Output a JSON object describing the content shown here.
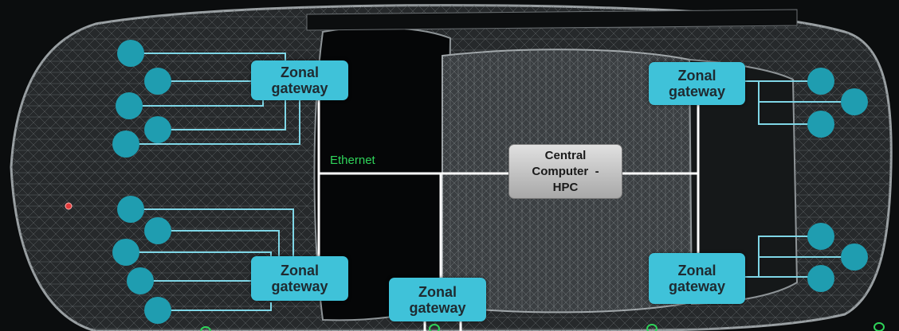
{
  "colors": {
    "gateway": "#3fc2d9",
    "sensor": "#1f9db0",
    "wire": "#ffffff",
    "ethernet_label": "#2fd45a",
    "car_mesh": "#8a8f92",
    "hpc_box": "#c8c8c8"
  },
  "gateways": {
    "front_top": {
      "line1": "Zonal",
      "line2": "gateway"
    },
    "front_bottom": {
      "line1": "Zonal",
      "line2": "gateway"
    },
    "middle_bottom": {
      "line1": "Zonal",
      "line2": "gateway"
    },
    "rear_top": {
      "line1": "Zonal",
      "line2": "gateway"
    },
    "rear_bottom": {
      "line1": "Zonal",
      "line2": "gateway"
    }
  },
  "central": {
    "line1": "Central",
    "line2": "Computer  -",
    "line3": "HPC"
  },
  "ethernet_label": "Ethernet"
}
